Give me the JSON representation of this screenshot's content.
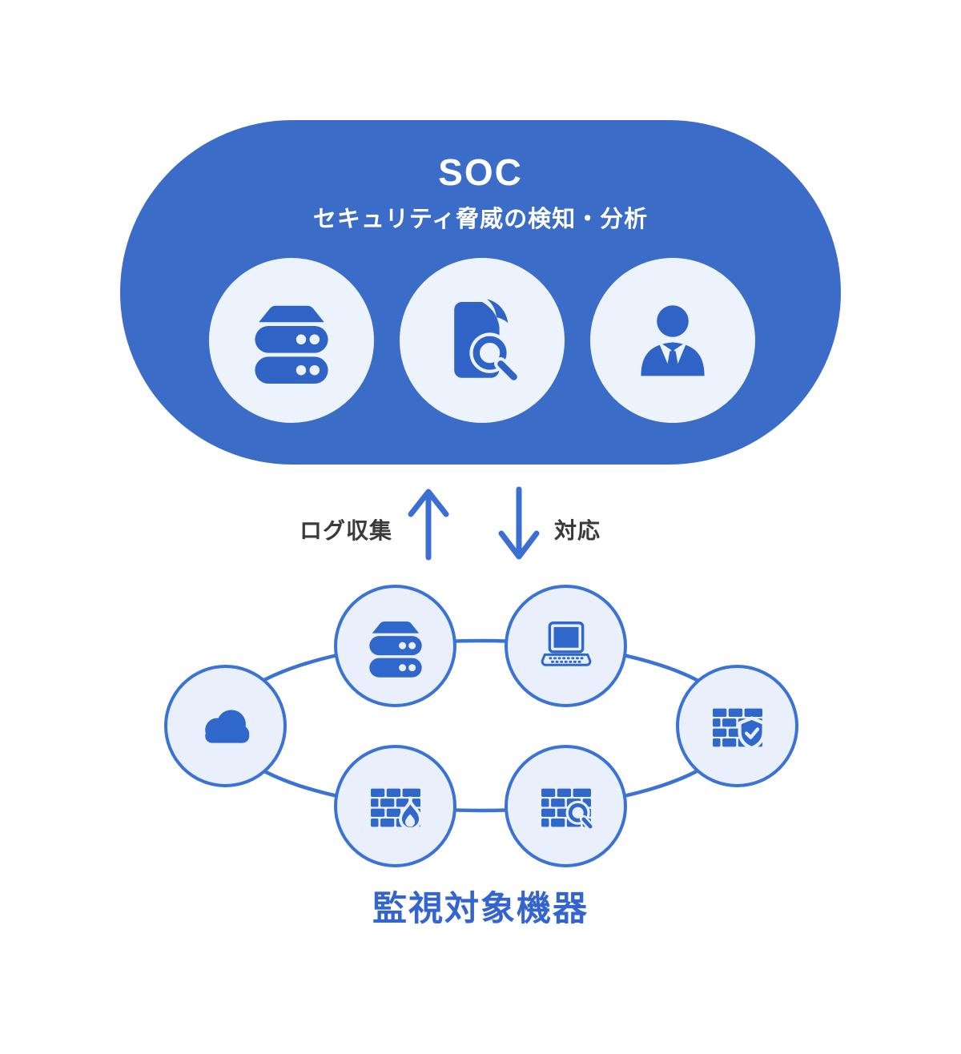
{
  "soc": {
    "title": "SOC",
    "subtitle": "セキュリティ脅威の検知・分析",
    "icons": [
      "server-icon",
      "file-search-icon",
      "analyst-icon"
    ]
  },
  "flows": {
    "up_label": "ログ収集",
    "down_label": "対応"
  },
  "devices": {
    "caption": "監視対象機器",
    "icons": [
      "cloud-icon",
      "server-icon",
      "laptop-icon",
      "firewall-shield-icon",
      "firewall-fire-icon",
      "firewall-search-icon"
    ]
  },
  "colors": {
    "panel_blue": "#3a6cc8",
    "icon_blue": "#2f64c6",
    "top_circle_fill": "#edf3fd",
    "device_circle_fill": "#e9f0fb",
    "device_border_blue": "#3b72d6",
    "arrow_blue": "#3b6fd2",
    "caption_blue": "#3464cf",
    "label_gray": "#3a3a3a",
    "background": "#ffffff"
  }
}
